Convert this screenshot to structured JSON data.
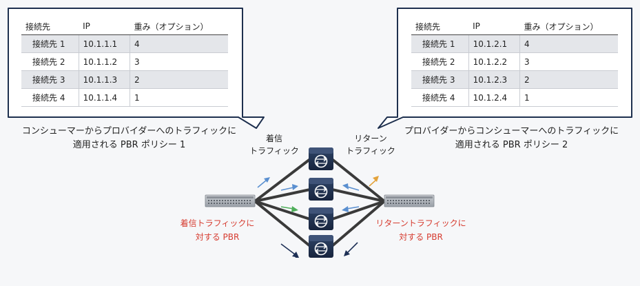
{
  "left_table": {
    "headers": [
      "接続先",
      "IP",
      "重み（オプション）"
    ],
    "rows": [
      {
        "name": "接続先 1",
        "ip": "10.1.1.1",
        "weight": "4"
      },
      {
        "name": "接続先 2",
        "ip": "10.1.1.2",
        "weight": "3"
      },
      {
        "name": "接続先 3",
        "ip": "10.1.1.3",
        "weight": "2"
      },
      {
        "name": "接続先 4",
        "ip": "10.1.1.4",
        "weight": "1"
      }
    ]
  },
  "right_table": {
    "headers": [
      "接続先",
      "IP",
      "重み（オプション）"
    ],
    "rows": [
      {
        "name": "接続先 1",
        "ip": "10.1.2.1",
        "weight": "4"
      },
      {
        "name": "接続先 2",
        "ip": "10.1.2.2",
        "weight": "3"
      },
      {
        "name": "接続先 3",
        "ip": "10.1.2.3",
        "weight": "2"
      },
      {
        "name": "接続先 4",
        "ip": "10.1.2.4",
        "weight": "1"
      }
    ]
  },
  "captions": {
    "left": "コンシューマーからプロバイダーへのトラフィックに\n適用される PBR ポリシー 1",
    "right": "プロバイダーからコンシューマーへのトラフィックに\n適用される PBR ポリシー 2"
  },
  "flow_labels": {
    "incoming": "着信\nトラフィック",
    "return": "リターン\nトラフィック"
  },
  "red_labels": {
    "incoming": "着信トラフィックに\n対する PBR",
    "return": "リターントラフィックに\n対する PBR"
  },
  "colors": {
    "callout_border": "#1d2f4e",
    "link": "#3a3a3a",
    "accent_red": "#d63b2f",
    "arrow_yellow": "#e3a33c",
    "arrow_blue": "#5a8fd0",
    "arrow_green": "#4fae5a",
    "arrow_navy": "#1d2f55",
    "device_dark": "#1e2f4f"
  }
}
